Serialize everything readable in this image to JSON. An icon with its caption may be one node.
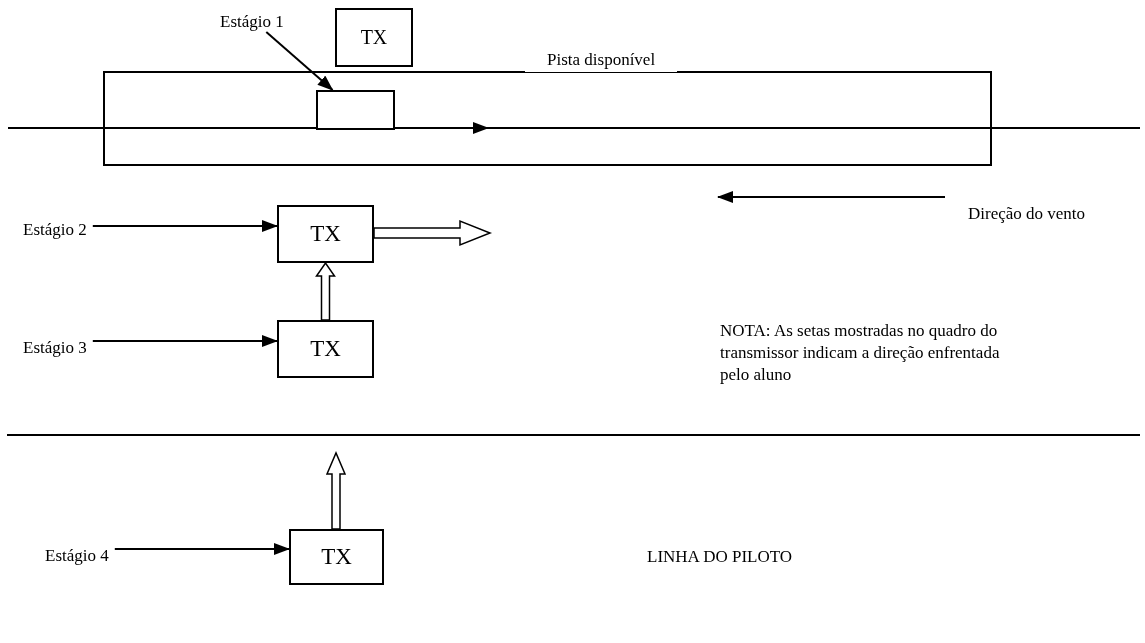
{
  "diagram": {
    "nodes": [
      {
        "text": [
          "Estágio 1"
        ]
      },
      {
        "text": [
          "TX"
        ]
      },
      {
        "text": [
          "Pista disponível"
        ]
      },
      {
        "text": [],
        "shape": "box",
        "in": 2
      },
      {
        "text": [
          "Estágio 2"
        ]
      },
      {
        "text": [
          "TX"
        ]
      },
      {
        "text": [
          "Estágio 3"
        ]
      },
      {
        "text": [
          "TX"
        ]
      },
      {
        "text": [
          "Estágio 4"
        ]
      },
      {
        "text": [
          "TX"
        ]
      }
    ],
    "edges": [
      {
        "from": 0,
        "to": 3,
        "arrow": "to"
      },
      {
        "from": 4,
        "to": 5,
        "arrow": "to"
      },
      {
        "from": 6,
        "to": 7,
        "arrow": "to"
      },
      {
        "from": 8,
        "to": 9,
        "arrow": "to"
      },
      {
        "from": 7,
        "to": 5,
        "arrow": "to",
        "style": "thick"
      }
    ],
    "labels": [
      "Direção do vento",
      "NOTA: As setas mostradas no quadro do transmissor indicam a direção enfrentada pelo aluno",
      "LINHA DO PILOTO"
    ]
  }
}
